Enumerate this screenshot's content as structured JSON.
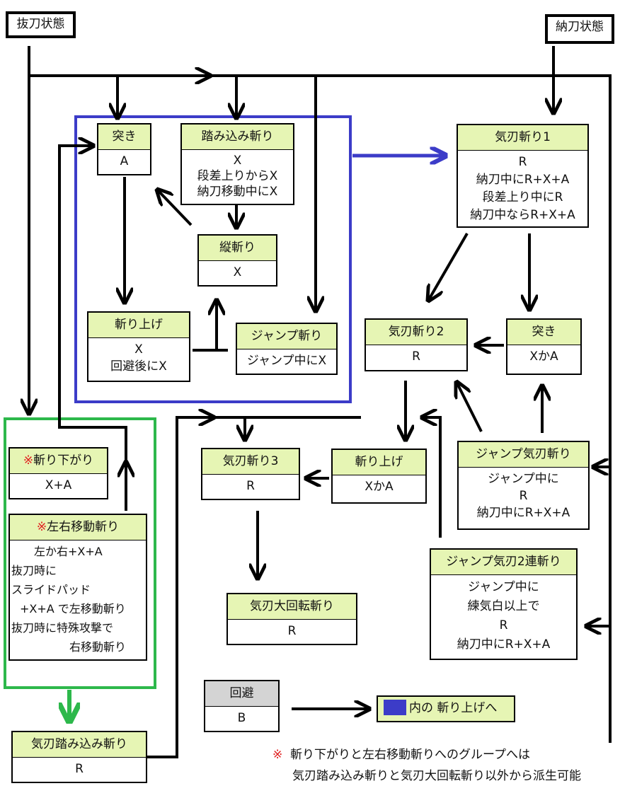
{
  "states": {
    "battou": "抜刀状態",
    "noutou": "納刀状態"
  },
  "nodes": {
    "tsuki1": {
      "title": "突き",
      "lines": [
        "A"
      ]
    },
    "fumikomi": {
      "title": "踏み込み斬り",
      "lines": [
        "X",
        "段差上りからX",
        "納刀移動中にX"
      ]
    },
    "tategiri": {
      "title": "縦斬り",
      "lines": [
        "X"
      ]
    },
    "kiriage1": {
      "title": "斬り上げ",
      "lines": [
        "X",
        "回避後にX"
      ]
    },
    "jumpgiri": {
      "title": "ジャンプ斬り",
      "lines": [
        "ジャンプ中にX"
      ]
    },
    "kijin1": {
      "title": "気刃斬り1",
      "lines": [
        "R",
        "納刀中にR+X+A",
        "段差上り中にR",
        "納刀中ならR+X+A"
      ]
    },
    "kijin2": {
      "title": "気刃斬り2",
      "lines": [
        "R"
      ]
    },
    "tsuki2": {
      "title": "突き",
      "lines": [
        "XかA"
      ]
    },
    "kirisagari": {
      "mark": "※",
      "title": "斬り下がり",
      "lines": [
        "X+A"
      ]
    },
    "sayuu": {
      "mark": "※",
      "title": "左右移動斬り",
      "lines": [
        "左か右+X+A",
        "抜刀時に",
        "スライドパッド",
        "+X+A で左移動斬り",
        "抜刀時に特殊攻撃で",
        "右移動斬り"
      ]
    },
    "kijin3": {
      "title": "気刃斬り3",
      "lines": [
        "R"
      ]
    },
    "kiriage2": {
      "title": "斬り上げ",
      "lines": [
        "XかA"
      ]
    },
    "jumpkijin": {
      "title": "ジャンプ気刃斬り",
      "lines": [
        "ジャンプ中に",
        "R",
        "納刀中にR+X+A"
      ]
    },
    "jumpkijin2": {
      "title": "ジャンプ気刃2連斬り",
      "lines": [
        "ジャンプ中に",
        "練気白以上で",
        "R",
        "納刀中にR+X+A"
      ]
    },
    "daikaiten": {
      "title": "気刃大回転斬り",
      "lines": [
        "R"
      ]
    },
    "kaihi": {
      "title": "回避",
      "lines": [
        "B"
      ]
    },
    "fumikomi_kijin": {
      "title": "気刃踏み込み斬り",
      "lines": [
        "R"
      ]
    }
  },
  "legend": {
    "text": "内の 斬り上げへ",
    "swatch_color": "#3c3cc8"
  },
  "note": {
    "mark": "※",
    "line1": "斬り下がりと左右移動斬りへのグループへは",
    "line2": "気刃踏み込み斬りと気刃大回転斬り以外から派生可能"
  },
  "colors": {
    "header_bg": "#e6f5b4",
    "blue_group": "#3c3cc8",
    "green_group": "#2db84b",
    "mark_red": "#e02020"
  }
}
